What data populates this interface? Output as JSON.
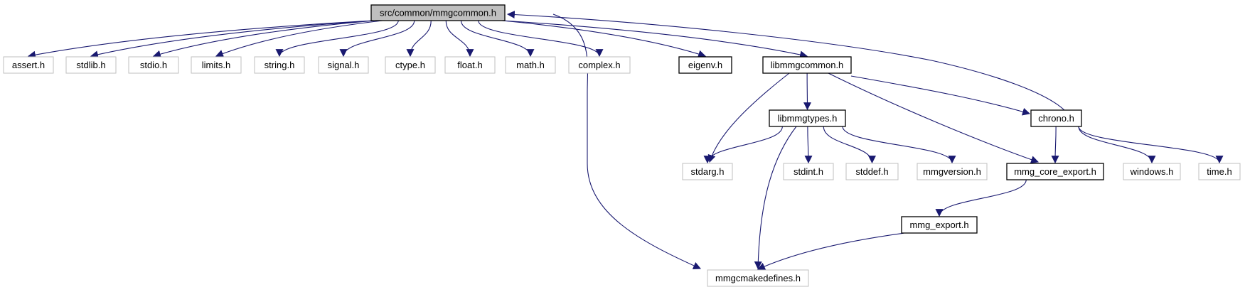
{
  "colors": {
    "edge": "#191970",
    "root_fill": "#bfbfbf",
    "documented_border": "#000000",
    "undocumented_border": "#bfbfbf",
    "text": "#000000",
    "background": "#ffffff"
  },
  "nodes": {
    "root": "src/common/mmgcommon.h",
    "assert": "assert.h",
    "stdlib": "stdlib.h",
    "stdio": "stdio.h",
    "limits": "limits.h",
    "string": "string.h",
    "signal": "signal.h",
    "ctype": "ctype.h",
    "float": "float.h",
    "math": "math.h",
    "complex": "complex.h",
    "eigenv": "eigenv.h",
    "libmmgcommon": "libmmgcommon.h",
    "libmmgtypes": "libmmgtypes.h",
    "chrono": "chrono.h",
    "stdarg": "stdarg.h",
    "stdint": "stdint.h",
    "stddef": "stddef.h",
    "mmgversion": "mmgversion.h",
    "mmg_core_export": "mmg_core_export.h",
    "windows": "windows.h",
    "time": "time.h",
    "mmg_export": "mmg_export.h",
    "mmgcmakedefines": "mmgcmakedefines.h"
  },
  "edges": [
    [
      "root",
      "assert"
    ],
    [
      "root",
      "stdlib"
    ],
    [
      "root",
      "stdio"
    ],
    [
      "root",
      "limits"
    ],
    [
      "root",
      "string"
    ],
    [
      "root",
      "signal"
    ],
    [
      "root",
      "ctype"
    ],
    [
      "root",
      "float"
    ],
    [
      "root",
      "math"
    ],
    [
      "root",
      "complex"
    ],
    [
      "root",
      "eigenv"
    ],
    [
      "root",
      "libmmgcommon"
    ],
    [
      "root",
      "mmgcmakedefines"
    ],
    [
      "chrono",
      "root"
    ],
    [
      "libmmgcommon",
      "libmmgtypes"
    ],
    [
      "libmmgcommon",
      "stdarg"
    ],
    [
      "libmmgcommon",
      "chrono"
    ],
    [
      "libmmgcommon",
      "mmg_core_export"
    ],
    [
      "libmmgtypes",
      "stdarg"
    ],
    [
      "libmmgtypes",
      "stdint"
    ],
    [
      "libmmgtypes",
      "stddef"
    ],
    [
      "libmmgtypes",
      "mmgversion"
    ],
    [
      "libmmgtypes",
      "mmgcmakedefines"
    ],
    [
      "chrono",
      "mmg_core_export"
    ],
    [
      "chrono",
      "windows"
    ],
    [
      "chrono",
      "time"
    ],
    [
      "mmg_core_export",
      "mmg_export"
    ],
    [
      "mmg_export",
      "mmgcmakedefines"
    ]
  ]
}
